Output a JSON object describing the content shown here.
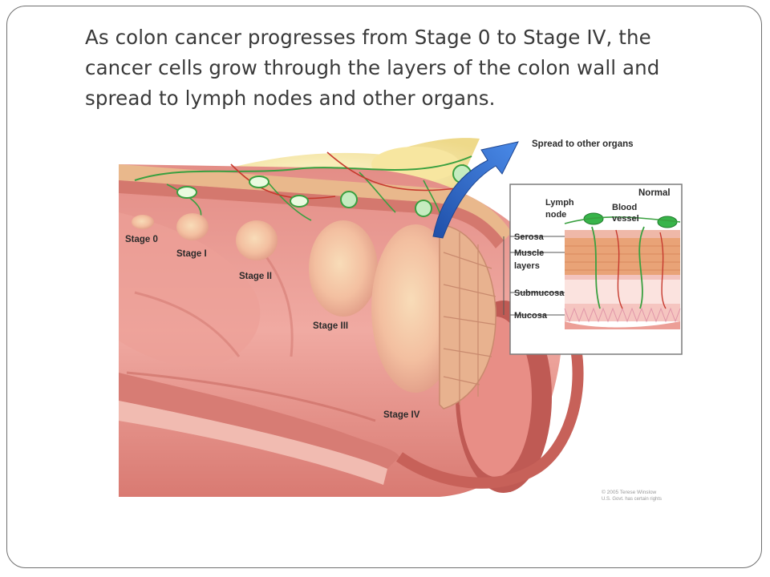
{
  "caption": "As colon cancer progresses from Stage 0 to Stage IV, the cancer cells grow through the layers of the colon wall and spread to lymph nodes and other organs.",
  "figure": {
    "spread_label": "Spread to other organs",
    "stages": [
      "Stage 0",
      "Stage I",
      "Stage II",
      "Stage III",
      "Stage IV"
    ],
    "inset": {
      "title": "Normal",
      "lymph_node_line1": "Lymph",
      "lymph_node_line2": "node",
      "blood_vessel_line1": "Blood",
      "blood_vessel_line2": "vessel",
      "layers": {
        "serosa": "Serosa",
        "muscle_line1": "Muscle",
        "muscle_line2": "layers",
        "submucosa": "Submucosa",
        "mucosa": "Mucosa"
      }
    },
    "copyright_line1": "© 2005 Terese Winslow",
    "copyright_line2": "U.S. Govt. has certain rights"
  },
  "colors": {
    "tissue": "#e89a92",
    "tissue_dark": "#c9665f",
    "tumor": "#f2c0a4",
    "fat": "#f6e7a8",
    "arrow": "#2f6fd0",
    "lymph_node": "#3cb24a"
  }
}
